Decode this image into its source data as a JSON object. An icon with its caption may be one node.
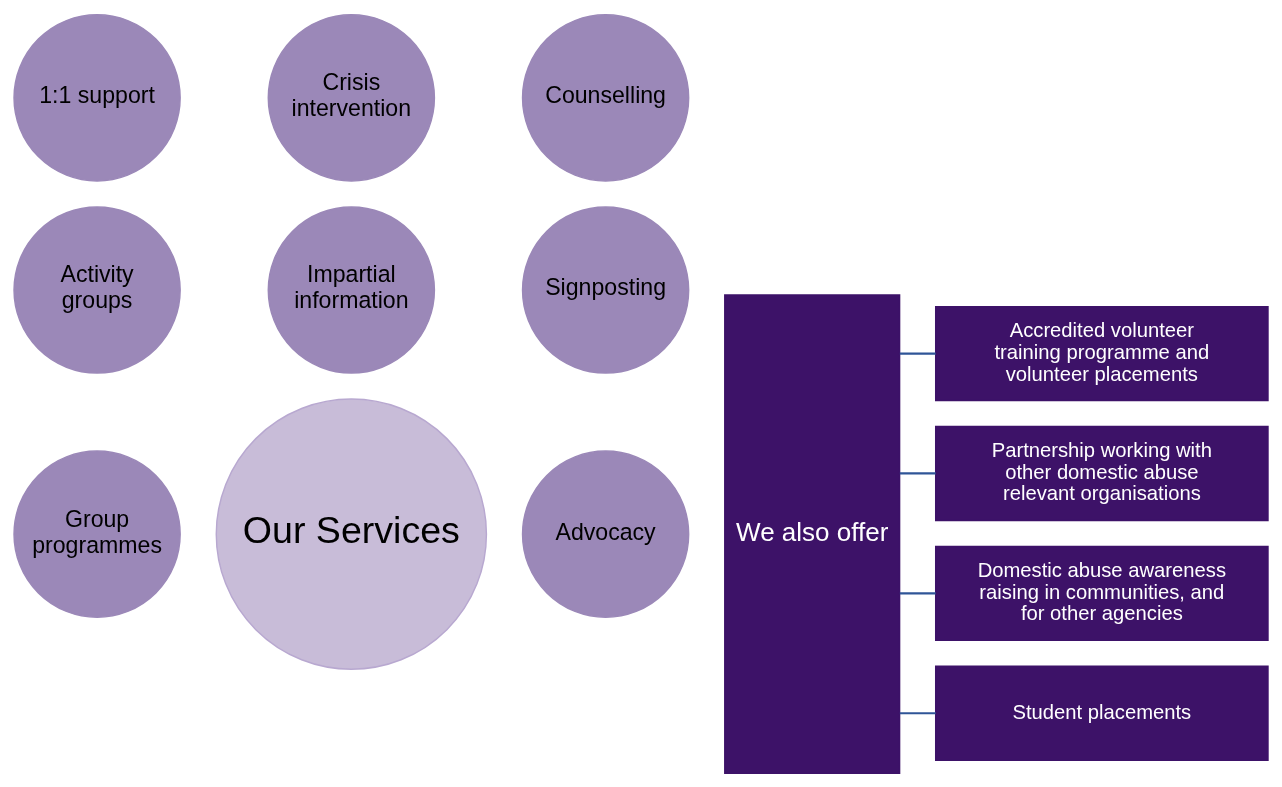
{
  "diagram": {
    "nodes": [
      {
        "text": [
          "Our Services"
        ]
      },
      {
        "text": [
          "Impartial information"
        ]
      },
      {
        "text": [
          "Signposting"
        ]
      },
      {
        "text": [
          "Advocacy"
        ]
      },
      {
        "text": [
          "Counselling"
        ]
      },
      {
        "text": [
          "Crisis intervention"
        ]
      },
      {
        "text": [
          "1:1 support"
        ]
      },
      {
        "text": [
          "Group programmes"
        ]
      },
      {
        "text": [
          "Activity groups"
        ]
      },
      {
        "text": [
          "We also offer"
        ]
      },
      {
        "text": [
          "Accredited volunteer training programme and volunteer placements"
        ]
      },
      {
        "text": [
          "Partnership working with other domestic abuse relevant organisations"
        ]
      },
      {
        "text": [
          "Domestic abuse awareness raising in communities, and for other agencies"
        ]
      },
      {
        "text": [
          "Student placements"
        ]
      }
    ],
    "edges": [
      {
        "from": 9,
        "to": 10,
        "arrow": "none"
      },
      {
        "from": 9,
        "to": 11,
        "arrow": "none"
      },
      {
        "from": 9,
        "to": 12,
        "arrow": "none"
      },
      {
        "from": 9,
        "to": 13,
        "arrow": "none"
      }
    ]
  }
}
